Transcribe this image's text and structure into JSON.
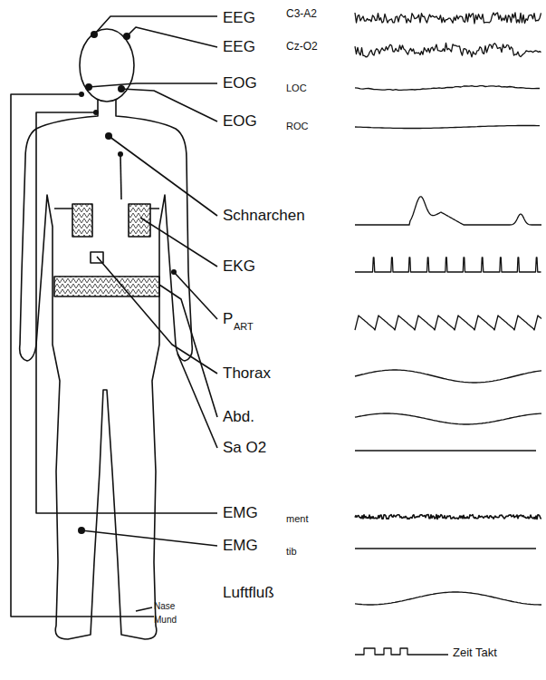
{
  "diagram": {
    "labels": [
      "EEG",
      "C3-A2",
      "EEG",
      "Cz-O2",
      "EOG",
      "LOC",
      "EOG",
      "ROC",
      "Schnarchen",
      "EKG",
      "P",
      "ART",
      "Thorax",
      "Abd.",
      "Sa O2",
      "EMG",
      "ment",
      "EMG",
      "tib",
      "Luftfluß",
      "Nase",
      "Mund",
      "Zeit Takt"
    ]
  }
}
